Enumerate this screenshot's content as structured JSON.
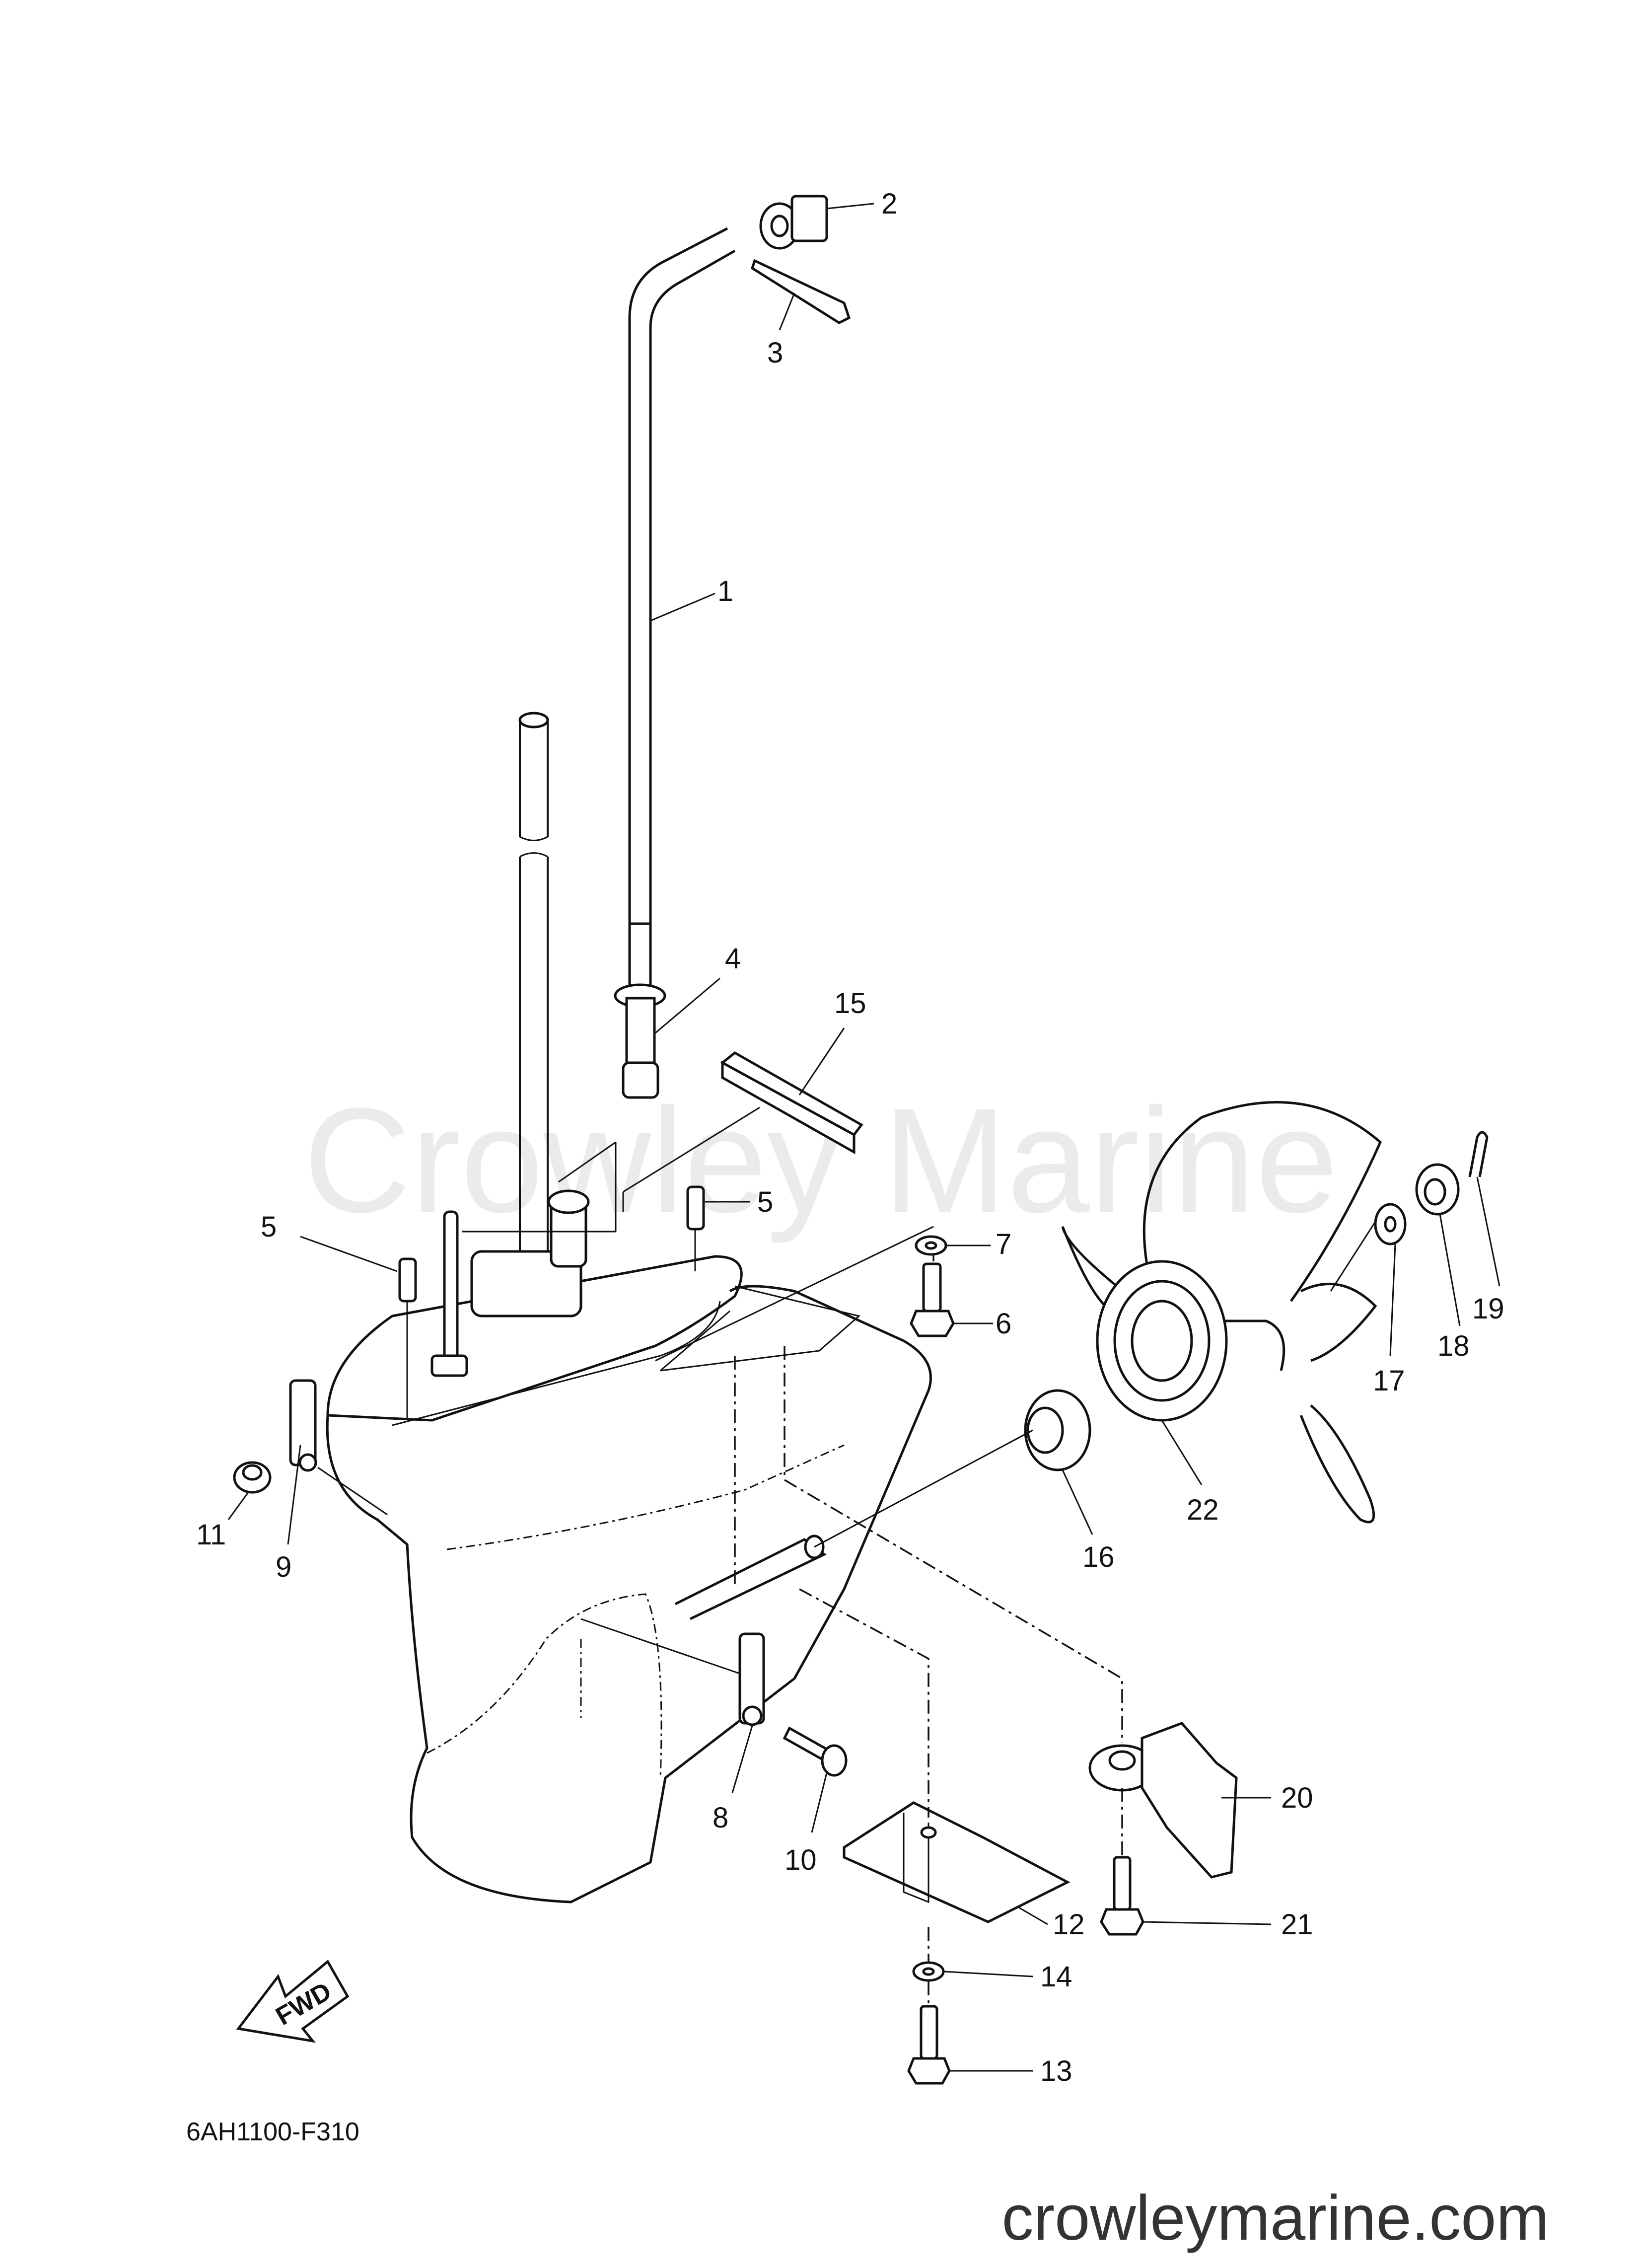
{
  "watermark": "Crowley Marine",
  "footer_site": "crowleymarine.com",
  "diagram_code": "6AH1100-F310",
  "fwd_label": "FWD",
  "callouts": [
    {
      "id": "c1",
      "label": "1"
    },
    {
      "id": "c2",
      "label": "2"
    },
    {
      "id": "c3",
      "label": "3"
    },
    {
      "id": "c4",
      "label": "4"
    },
    {
      "id": "c5a",
      "label": "5"
    },
    {
      "id": "c5b",
      "label": "5"
    },
    {
      "id": "c6",
      "label": "6"
    },
    {
      "id": "c7",
      "label": "7"
    },
    {
      "id": "c8",
      "label": "8"
    },
    {
      "id": "c9",
      "label": "9"
    },
    {
      "id": "c10",
      "label": "10"
    },
    {
      "id": "c11",
      "label": "11"
    },
    {
      "id": "c12",
      "label": "12"
    },
    {
      "id": "c13",
      "label": "13"
    },
    {
      "id": "c14",
      "label": "14"
    },
    {
      "id": "c15",
      "label": "15"
    },
    {
      "id": "c16",
      "label": "16"
    },
    {
      "id": "c17",
      "label": "17"
    },
    {
      "id": "c18",
      "label": "18"
    },
    {
      "id": "c19",
      "label": "19"
    },
    {
      "id": "c20",
      "label": "20"
    },
    {
      "id": "c21",
      "label": "21"
    },
    {
      "id": "c22",
      "label": "22"
    }
  ]
}
